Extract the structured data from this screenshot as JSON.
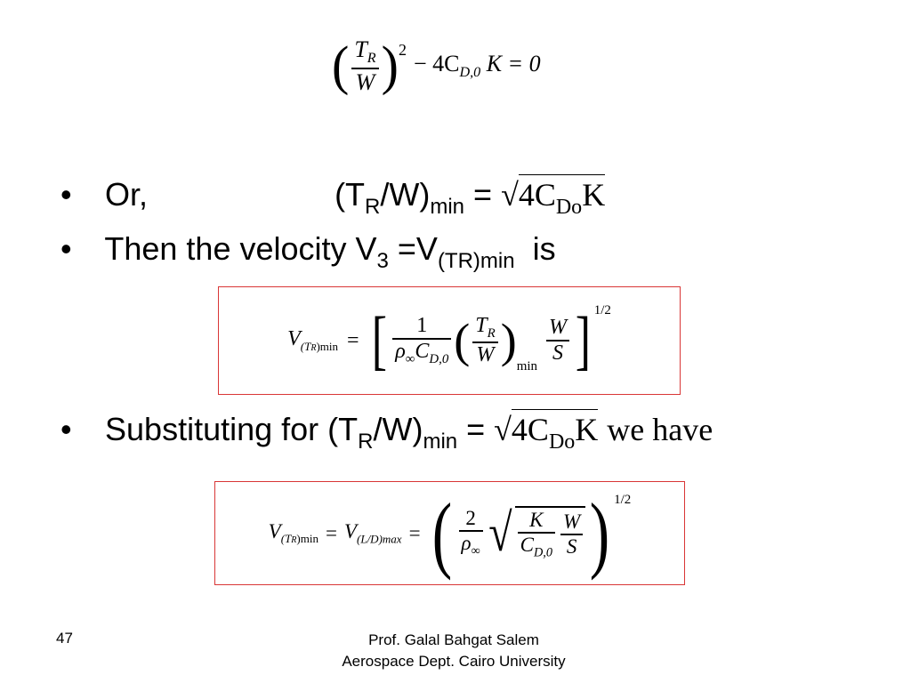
{
  "equation_top": {
    "num": "T",
    "num_sub": "R",
    "den": "W",
    "exp": "2",
    "rest": "− 4C",
    "rest_sub": "D,0",
    "rest_tail": "K = 0"
  },
  "bullets": [
    {
      "marker": "•",
      "lead": "Or,",
      "expr_open": "(T",
      "expr_sub": "R",
      "expr_mid": "/W)",
      "expr_sub2": "min",
      "expr_eq": " = ",
      "sqrt_sym": "√",
      "sqrt_a": "4C",
      "sqrt_sub": "Do",
      "sqrt_b": "K"
    },
    {
      "marker": "•",
      "lead": "Then the velocity V",
      "lead_sub": "3",
      "mid": " =V",
      "mid_sub": "(TR)min",
      "tail": "  is"
    },
    {
      "marker": "•",
      "lead": "Substituting for (T",
      "lead_sub": "R",
      "mid": "/W)",
      "mid_sub": "min",
      "eq": " = ",
      "sqrt_sym": "√",
      "sqrt_a": "4C",
      "sqrt_sub": "Do",
      "sqrt_b": "K",
      "tail": " we have"
    }
  ],
  "equation_box_1": {
    "lhs": "V",
    "lhs_sub": "(T",
    "lhs_sub2": "R",
    "lhs_sub3": ")min",
    "eq": "=",
    "bracket_open": "[",
    "f1_num": "1",
    "f1_den_a": "ρ",
    "f1_den_sub": "∞",
    "f1_den_b": "C",
    "f1_den_sub2": "D,0",
    "paren_open": "(",
    "f2_num": "T",
    "f2_num_sub": "R",
    "f2_den": "W",
    "paren_close": ")",
    "min_label": "min",
    "f3_num": "W",
    "f3_den": "S",
    "bracket_close": "]",
    "exp": "1/2"
  },
  "equation_box_2": {
    "lhs": "V",
    "lhs_sub": "(T",
    "lhs_sub2": "R",
    "lhs_sub3": ")min",
    "eq1": "=",
    "mid": "V",
    "mid_sub": "(L/D)max",
    "eq2": "=",
    "paren_open": "(",
    "f1_num": "2",
    "f1_den": "ρ",
    "f1_den_sub": "∞",
    "sqrt": "√",
    "f2_num": "K",
    "f2_den": "C",
    "f2_den_sub": "D,0",
    "f3_num": "W",
    "f3_den": "S",
    "paren_close": ")",
    "exp": "1/2"
  },
  "footer": {
    "page_number": "47",
    "author": "Prof. Galal Bahgat Salem",
    "affiliation": "Aerospace Dept. Cairo University"
  }
}
